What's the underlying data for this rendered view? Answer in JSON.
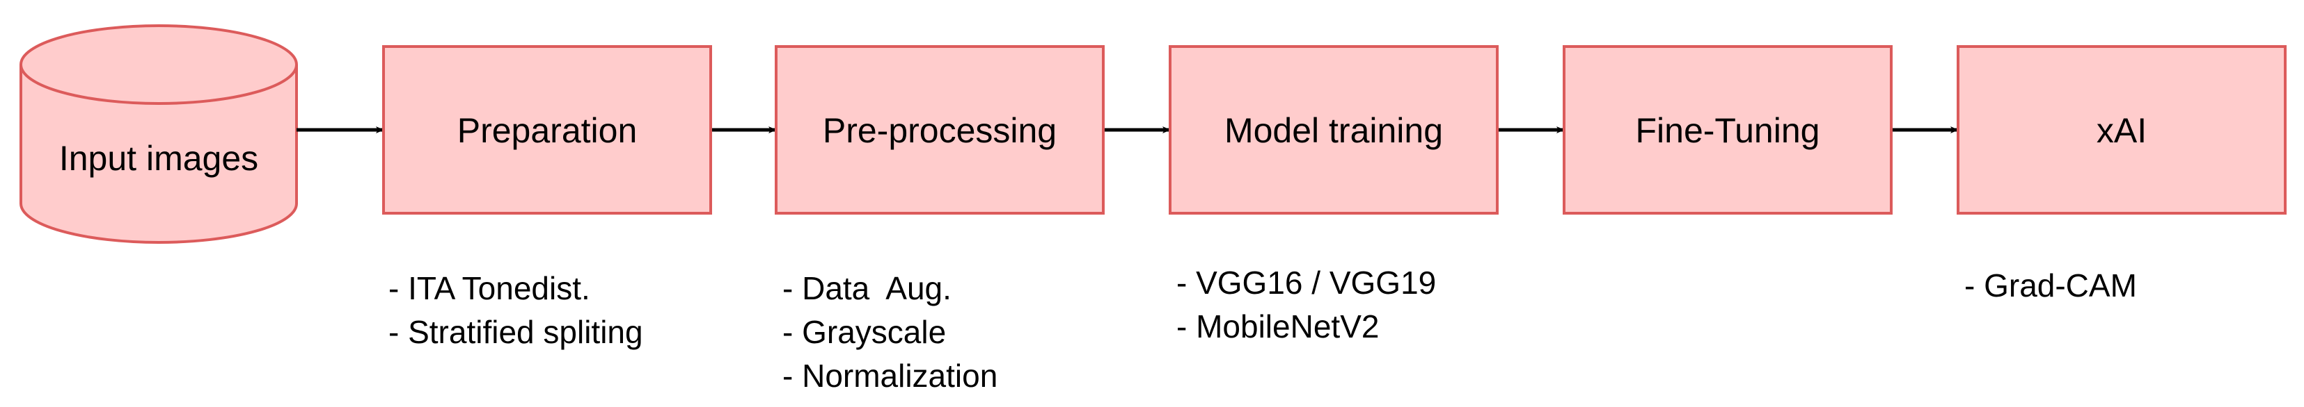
{
  "colors": {
    "node_fill": "#ffcccc",
    "node_stroke": "#dc5b5b",
    "arrow": "#000000",
    "text": "#000000"
  },
  "diagram": {
    "source": {
      "shape": "cylinder",
      "label": "Input images"
    },
    "steps": [
      {
        "label": "Preparation",
        "notes": [
          "- ITA Tonedist.",
          "- Stratified spliting"
        ]
      },
      {
        "label": "Pre-processing",
        "notes": [
          "- Data  Aug.",
          "- Grayscale",
          "- Normalization"
        ]
      },
      {
        "label": "Model training",
        "notes": [
          "- VGG16 / VGG19",
          "- MobileNetV2"
        ]
      },
      {
        "label": "Fine-Tuning",
        "notes": []
      },
      {
        "label": "xAI",
        "notes": [
          "- Grad-CAM"
        ]
      }
    ]
  }
}
